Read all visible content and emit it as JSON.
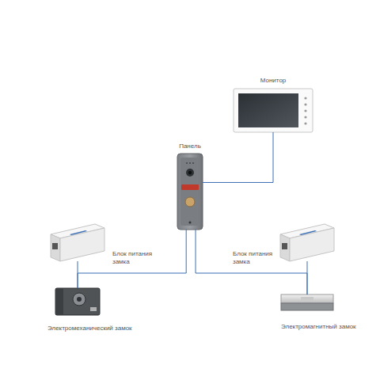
{
  "diagram": {
    "nodes": [
      {
        "text": [
          "Монитор"
        ]
      },
      {
        "text": [
          "Панель"
        ]
      },
      {
        "text": [
          "Блок питания замка"
        ]
      },
      {
        "text": [
          "Блок питания замка"
        ]
      },
      {
        "text": [
          "Электромеханический замок"
        ]
      },
      {
        "text": [
          "Электромагнитный замок"
        ]
      }
    ],
    "edges": [
      {
        "from": 1,
        "to": 0,
        "arrow": "none"
      },
      {
        "from": 1,
        "to": 4,
        "arrow": "none"
      },
      {
        "from": 2,
        "to": 4,
        "arrow": "none"
      },
      {
        "from": 1,
        "to": 5,
        "arrow": "none"
      },
      {
        "from": 3,
        "to": 5,
        "arrow": "none"
      }
    ]
  }
}
